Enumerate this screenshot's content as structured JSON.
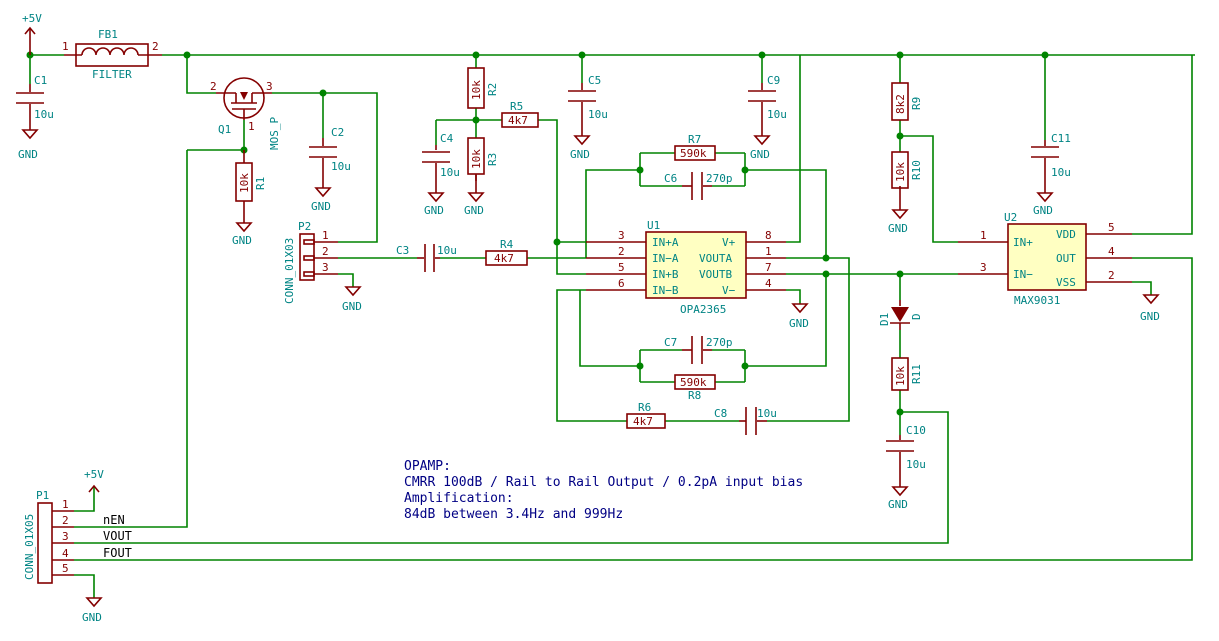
{
  "power": {
    "vcc": "+5V",
    "gnd": "GND"
  },
  "components": {
    "FB1": {
      "ref": "FB1",
      "value": "FILTER",
      "pin1": "1",
      "pin2": "2"
    },
    "C1": {
      "ref": "C1",
      "value": "10u"
    },
    "C2": {
      "ref": "C2",
      "value": "10u"
    },
    "C3": {
      "ref": "C3",
      "value": "10u"
    },
    "C4": {
      "ref": "C4",
      "value": "10u"
    },
    "C5": {
      "ref": "C5",
      "value": "10u"
    },
    "C6": {
      "ref": "C6",
      "value": "270p"
    },
    "C7": {
      "ref": "C7",
      "value": "270p"
    },
    "C8": {
      "ref": "C8",
      "value": "10u"
    },
    "C9": {
      "ref": "C9",
      "value": "10u"
    },
    "C10": {
      "ref": "C10",
      "value": "10u"
    },
    "C11": {
      "ref": "C11",
      "value": "10u"
    },
    "R1": {
      "ref": "R1",
      "value": "10k"
    },
    "R2": {
      "ref": "R2",
      "value": "10k"
    },
    "R3": {
      "ref": "R3",
      "value": "10k"
    },
    "R4": {
      "ref": "R4",
      "value": "4k7"
    },
    "R5": {
      "ref": "R5",
      "value": "4k7"
    },
    "R6": {
      "ref": "R6",
      "value": "4k7"
    },
    "R7": {
      "ref": "R7",
      "value": "590k"
    },
    "R8": {
      "ref": "R8",
      "value": "590k"
    },
    "R9": {
      "ref": "R9",
      "value": "8k2"
    },
    "R10": {
      "ref": "R10",
      "value": "10k"
    },
    "R11": {
      "ref": "R11",
      "value": "10k"
    },
    "D1": {
      "ref": "D1",
      "value": "D"
    },
    "Q1": {
      "ref": "Q1",
      "value": "MOS_P",
      "pin1": "1",
      "pin2": "2",
      "pin3": "3"
    },
    "P2": {
      "ref": "P2",
      "value": "CONN_01X03",
      "pins": [
        "1",
        "2",
        "3"
      ]
    },
    "P1": {
      "ref": "P1",
      "value": "CONN_01X05",
      "pins": [
        "1",
        "2",
        "3",
        "4",
        "5"
      ]
    },
    "U1": {
      "ref": "U1",
      "value": "OPA2365",
      "pins_left": [
        {
          "num": "3",
          "name": "IN+A"
        },
        {
          "num": "2",
          "name": "IN−A"
        },
        {
          "num": "5",
          "name": "IN+B"
        },
        {
          "num": "6",
          "name": "IN−B"
        }
      ],
      "pins_right": [
        {
          "num": "8",
          "name": "V+"
        },
        {
          "num": "1",
          "name": "VOUTA"
        },
        {
          "num": "7",
          "name": "VOUTB"
        },
        {
          "num": "4",
          "name": "V−"
        }
      ]
    },
    "U2": {
      "ref": "U2",
      "value": "MAX9031",
      "pins_left": [
        {
          "num": "1",
          "name": "IN+"
        },
        {
          "num": "3",
          "name": "IN−"
        }
      ],
      "pins_right": [
        {
          "num": "5",
          "name": "VDD"
        },
        {
          "num": "4",
          "name": "OUT"
        },
        {
          "num": "2",
          "name": "VSS"
        }
      ]
    }
  },
  "nets": {
    "nEN": "nEN",
    "VOUT": "VOUT",
    "FOUT": "FOUT"
  },
  "notes": [
    "OPAMP:",
    "CMRR 100dB / Rail to Rail Output / 0.2pA input bias",
    "Amplification:",
    "84dB between 3.4Hz and 999Hz"
  ]
}
